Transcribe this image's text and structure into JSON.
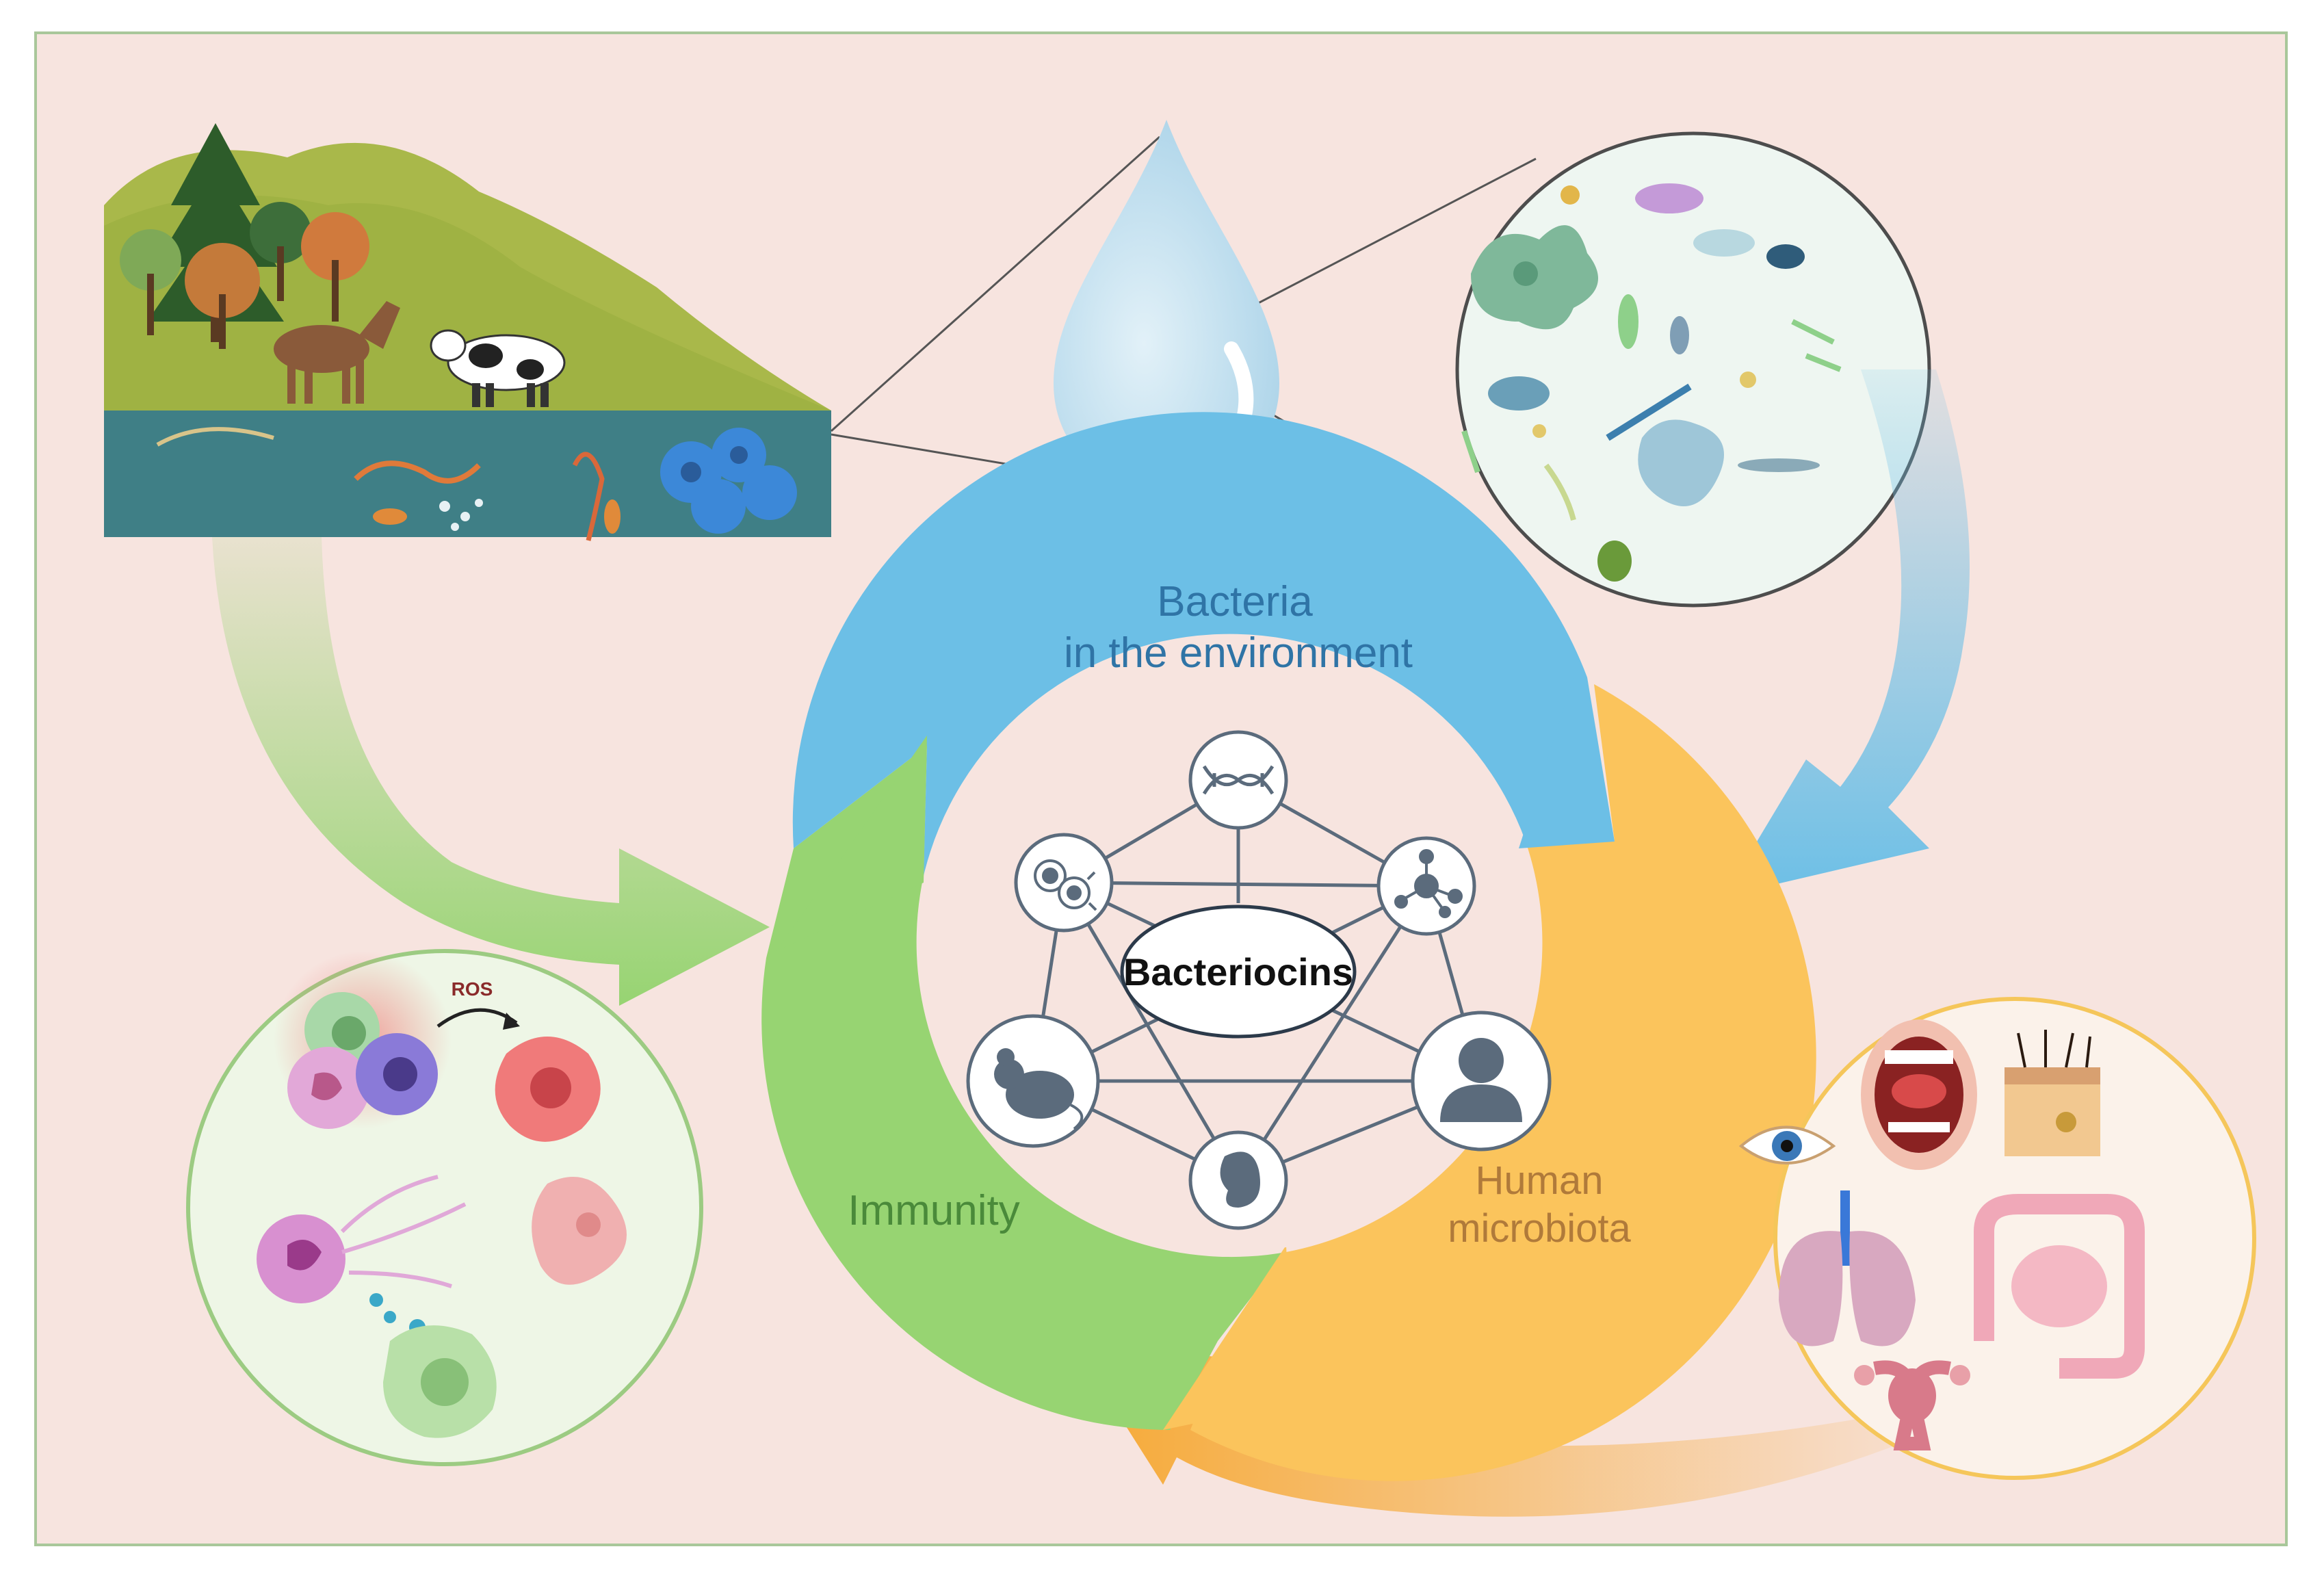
{
  "labels": {
    "center": "Bacteriocins",
    "bacteria_line1": "Bacteria",
    "bacteria_line2": "in the environment",
    "immunity": "Immunity",
    "human_line1": "Human",
    "human_line2": "microbiota",
    "ros": "ROS"
  },
  "colors": {
    "background": "#f7e4df",
    "frame": "#a9c79a",
    "blue_arc": "#6cbfe6",
    "green_arc": "#97d472",
    "orange_arc": "#fbc45c",
    "node_fill": "#ffffff",
    "node_stroke": "#5b6b7c",
    "icon_color": "#5b6b7c",
    "bacteria_text": "#2f74a6",
    "immunity_text": "#4a8a3a",
    "human_text": "#b07a3a"
  },
  "network_nodes": [
    {
      "name": "dna-icon"
    },
    {
      "name": "molecule-icon"
    },
    {
      "name": "person-icon"
    },
    {
      "name": "organ-icon"
    },
    {
      "name": "mouse-icon"
    },
    {
      "name": "cells-icon"
    }
  ],
  "illustrations": [
    "landscape-with-animals-and-water",
    "water-drop",
    "microorganisms-circle",
    "immune-cells-circle",
    "human-organs-circle"
  ]
}
